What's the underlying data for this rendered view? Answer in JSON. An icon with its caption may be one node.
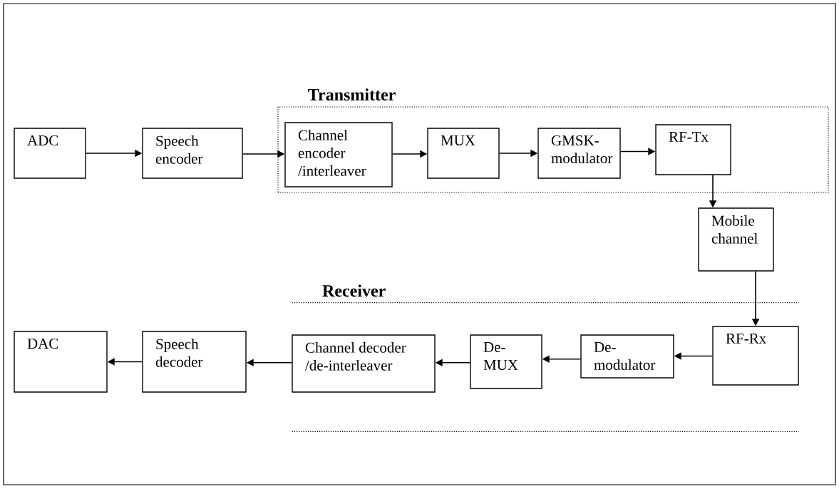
{
  "diagram": {
    "nodes": [
      {
        "text": [
          "Transmitter"
        ]
      },
      {
        "text": [
          "ADC"
        ]
      },
      {
        "text": [
          "Speech encoder"
        ]
      },
      {
        "text": [
          "Channel encoder /interleaver"
        ],
        "in": 0
      },
      {
        "text": [
          "MUX"
        ],
        "in": 0
      },
      {
        "text": [
          "GMSK-modulator"
        ],
        "in": 0
      },
      {
        "text": [
          "RF-Tx"
        ],
        "in": 0
      },
      {
        "text": [
          "Mobile channel"
        ]
      },
      {
        "text": [
          "Receiver"
        ]
      },
      {
        "text": [
          "DAC"
        ]
      },
      {
        "text": [
          "Speech decoder"
        ]
      },
      {
        "text": [
          "Channel decoder /de-interleaver"
        ],
        "in": 8
      },
      {
        "text": [
          "De-MUX"
        ],
        "in": 8
      },
      {
        "text": [
          "De-modulator"
        ],
        "in": 8
      },
      {
        "text": [
          "RF-Rx"
        ],
        "in": 8
      }
    ],
    "edges": [
      {
        "from": 1,
        "to": 2,
        "arrow": "to"
      },
      {
        "from": 2,
        "to": 3,
        "arrow": "to"
      },
      {
        "from": 3,
        "to": 4,
        "arrow": "to"
      },
      {
        "from": 4,
        "to": 5,
        "arrow": "to"
      },
      {
        "from": 5,
        "to": 6,
        "arrow": "to"
      },
      {
        "from": 6,
        "to": 7,
        "arrow": "to"
      },
      {
        "from": 7,
        "to": 14,
        "arrow": "to"
      },
      {
        "from": 14,
        "to": 13,
        "arrow": "to"
      },
      {
        "from": 13,
        "to": 12,
        "arrow": "to"
      },
      {
        "from": 12,
        "to": 11,
        "arrow": "to"
      },
      {
        "from": 11,
        "to": 10,
        "arrow": "to"
      },
      {
        "from": 10,
        "to": 9,
        "arrow": "to"
      }
    ]
  }
}
